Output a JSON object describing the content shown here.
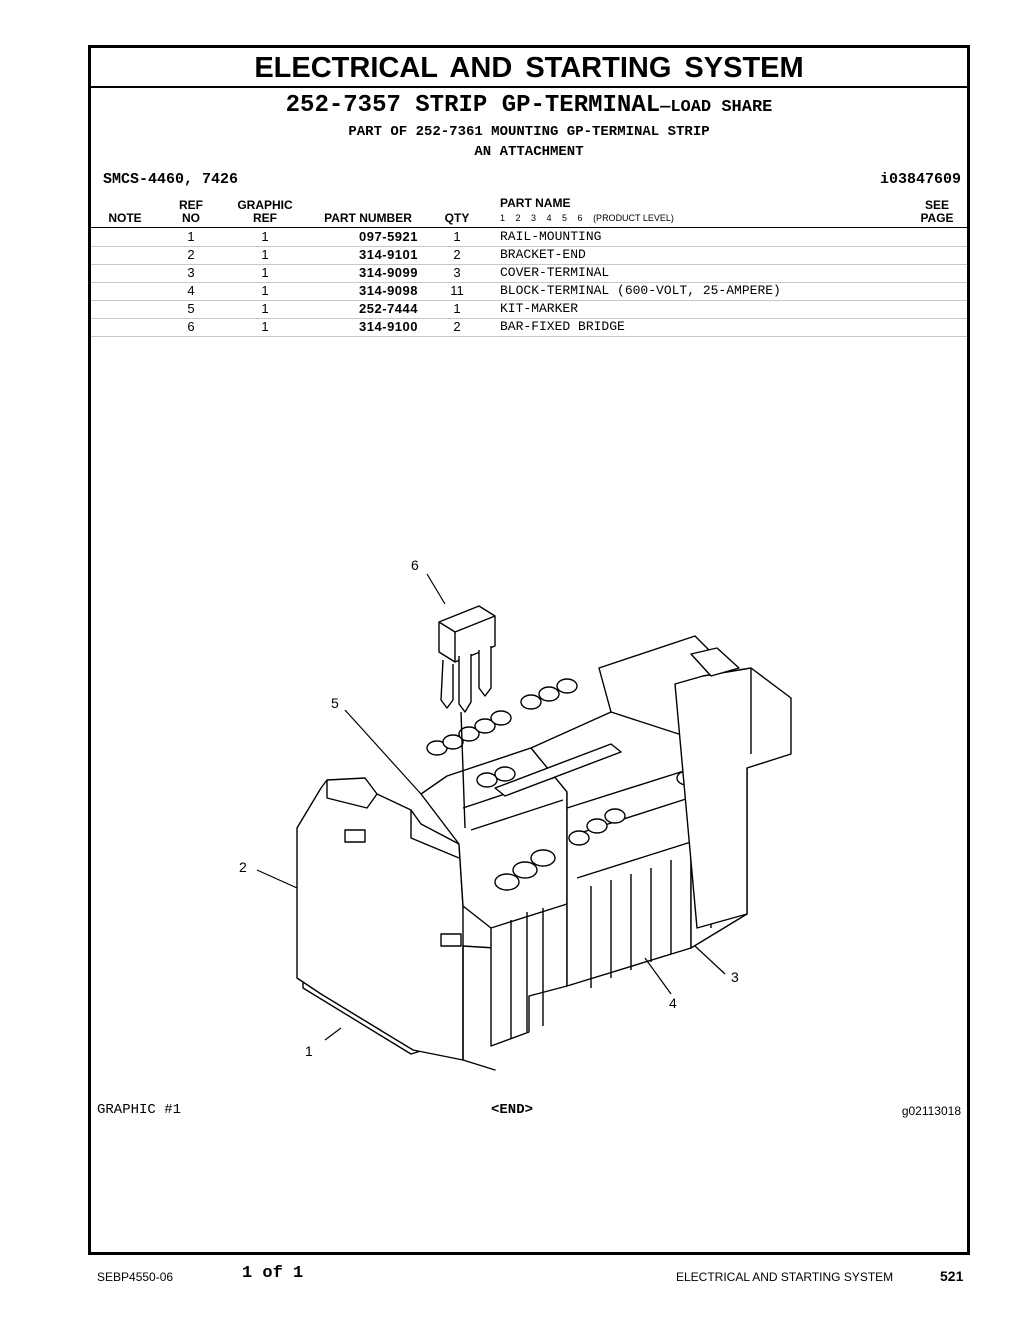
{
  "section_title": "ELECTRICAL AND STARTING SYSTEM",
  "part_title": {
    "number_name": "252-7357 STRIP GP-TERMINAL",
    "suffix": "—LOAD SHARE"
  },
  "part_of": "PART OF 252-7361 MOUNTING GP-TERMINAL STRIP",
  "attachment": "AN ATTACHMENT",
  "smcs": "SMCS-4460, 7426",
  "ident": "i03847609",
  "headers": {
    "note": "NOTE",
    "ref_top": "REF",
    "ref_bottom": "NO",
    "graphic_top": "GRAPHIC",
    "graphic_bottom": "REF",
    "part_number": "PART NUMBER",
    "qty": "QTY",
    "part_name": "PART NAME",
    "product_levels": "1 2 3 4 5 6",
    "product_level_label": "(PRODUCT LEVEL)",
    "see_top": "SEE",
    "see_bottom": "PAGE"
  },
  "rows": [
    {
      "ref": "1",
      "graphic": "1",
      "part_number": "097-5921",
      "qty": "1",
      "name": "RAIL-MOUNTING"
    },
    {
      "ref": "2",
      "graphic": "1",
      "part_number": "314-9101",
      "qty": "2",
      "name": "BRACKET-END"
    },
    {
      "ref": "3",
      "graphic": "1",
      "part_number": "314-9099",
      "qty": "3",
      "name": "COVER-TERMINAL"
    },
    {
      "ref": "4",
      "graphic": "1",
      "part_number": "314-9098",
      "qty": "11",
      "name": "BLOCK-TERMINAL (600-VOLT, 25-AMPERE)"
    },
    {
      "ref": "5",
      "graphic": "1",
      "part_number": "252-7444",
      "qty": "1",
      "name": "KIT-MARKER"
    },
    {
      "ref": "6",
      "graphic": "1",
      "part_number": "314-9100",
      "qty": "2",
      "name": "BAR-FIXED BRIDGE"
    }
  ],
  "callouts": {
    "c1": "1",
    "c2": "2",
    "c3": "3",
    "c4": "4",
    "c5": "5",
    "c6": "6"
  },
  "graphic_label": "GRAPHIC #1",
  "end_label": "<END>",
  "graphic_id": "g02113018",
  "footer": {
    "doc_number": "SEBP4550-06",
    "page_of": "1 of 1",
    "section": "ELECTRICAL AND STARTING SYSTEM",
    "page_number": "521"
  }
}
